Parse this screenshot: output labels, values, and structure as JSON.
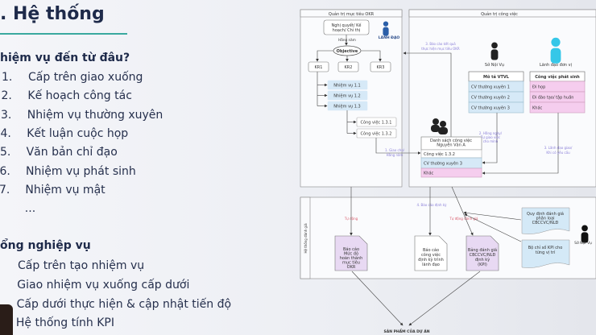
{
  "slide": {
    "title": ". Hệ thống",
    "section1": {
      "heading": "hiệm vụ đến từ đâu?",
      "items": [
        {
          "num": "1.",
          "text": "Cấp trên giao xuống"
        },
        {
          "num": "2.",
          "text": "Kế hoạch công tác"
        },
        {
          "num": "3.",
          "text": "Nhiệm vụ thường xuyên"
        },
        {
          "num": "4.",
          "text": "Kết luận cuộc họp"
        },
        {
          "num": "5.",
          "text": "Văn bản chỉ đạo"
        },
        {
          "num": "6.",
          "text": "Nhiệm vụ phát sinh"
        },
        {
          "num": "7.",
          "text": "Nhiệm vụ mật"
        },
        {
          "num": "",
          "text": "..."
        }
      ]
    },
    "section2": {
      "heading": "ổng nghiệp vụ",
      "items": [
        "Cấp trên tạo nhiệm vụ",
        "Giao nhiệm vụ xuống cấp dưới",
        "Cấp dưới thực hiện & cập nhật tiến độ",
        "Hệ thống tính KPI"
      ]
    }
  },
  "diagram": {
    "okr": {
      "title": "Quản trị mục tiêu OKR",
      "source": [
        "Nghị quyết/ Kế",
        "hoạch/ Chỉ thị"
      ],
      "leader": "LÃNH ĐẠO",
      "yearly": "Hằng năm",
      "objective": "Objective",
      "krs": [
        "KR1",
        "KR2",
        "KR3"
      ],
      "tasks": [
        "Nhiệm vụ 1.1",
        "Nhiệm vụ 1.2",
        "Nhiệm vụ 1.3"
      ],
      "jobs": [
        "Công việc 1.3.1",
        "Công việc 1.3.2"
      ]
    },
    "work": {
      "title": "Quản trị công việc",
      "report_okr": [
        "3. Báo cáo kết quả",
        "thực hiện mục tiêu OKR"
      ],
      "home_affairs": "Sở Nội Vụ",
      "unit_leader": "Lãnh đạo đơn vị",
      "vtvl": {
        "header": "Mô tả VTVL",
        "rows": [
          "CV thường xuyên 1",
          "CV thường xuyên 2",
          "CV thường xuyên 3"
        ]
      },
      "arising": {
        "header": "Công việc phát sinh",
        "rows": [
          "Đi họp",
          "Đi đào tạo/ tập huấn",
          "Khác"
        ]
      },
      "list": {
        "header": [
          "Danh sách công việc",
          "Nguyễn Văn A"
        ],
        "rows": [
          "Công việc 1.3.2",
          "CV thường xuyên 3",
          "Khác"
        ]
      },
      "assign1": [
        "1. Giao cho/",
        "Hằng năm"
      ],
      "assign2": [
        "2. Hằng ngày/",
        "Tự giao việc",
        "cho mình"
      ],
      "assign3": [
        "3. Lãnh đạo giao/",
        "Khi có yêu cầu"
      ]
    },
    "eval": {
      "lane": "Hệ thống đánh giá",
      "periodic": "4. Báo cáo định kỳ",
      "auto": "Tự động",
      "auto_eval": "Tự động đánh giá",
      "doc1": [
        "Báo cáo",
        "Mức độ",
        "hoàn thành",
        "mục tiêu",
        "OKR"
      ],
      "doc2": [
        "Báo cáo",
        "công việc",
        "định kỳ trình",
        "lãnh đạo"
      ],
      "doc3": [
        "Bảng đánh giá",
        "CBCCVC/NLĐ",
        "định kỳ",
        "(KPI)"
      ],
      "rule": [
        "Quy định đánh giá",
        "phân loại",
        "CBCCVC/NLĐ"
      ],
      "kpi": [
        "Bộ chỉ số KPI cho",
        "từng vị trí"
      ],
      "home_affairs": "Sở Nội Vụ"
    },
    "product": "SẢN PHẨM CỦA DỰ ÁN",
    "colors": {
      "blue": "#d6e9f7",
      "pink": "#f5cdee",
      "purple_doc": "#e8d9f3",
      "doc_blue": "#d4e9f7",
      "annot": "#8a7fd8",
      "auto": "#d95a6a",
      "cyan_person": "#35c7e8"
    }
  }
}
